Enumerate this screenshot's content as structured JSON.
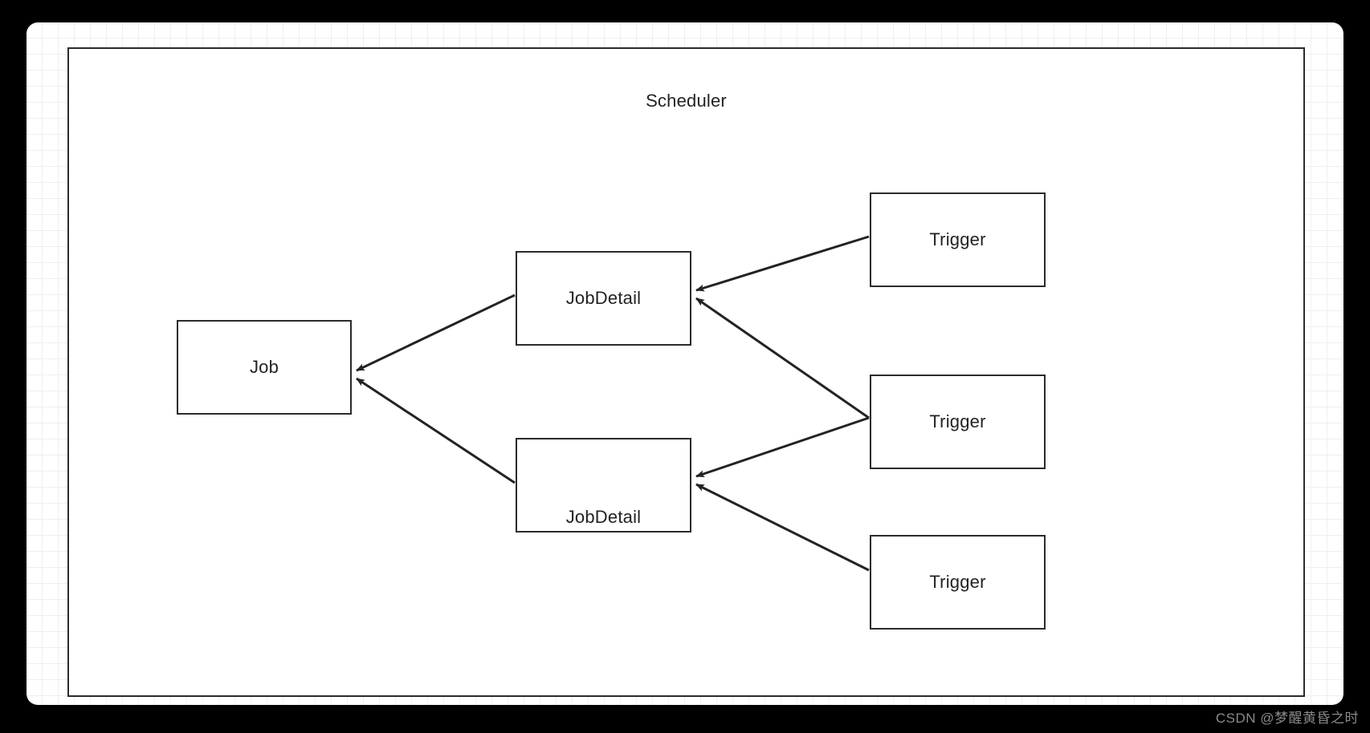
{
  "diagram": {
    "title": "Scheduler",
    "nodes": [
      {
        "id": "job",
        "label": "Job"
      },
      {
        "id": "jobdetail-1",
        "label": "JobDetail"
      },
      {
        "id": "jobdetail-2",
        "label": "JobDetail"
      },
      {
        "id": "trigger-1",
        "label": "Trigger"
      },
      {
        "id": "trigger-2",
        "label": "Trigger"
      },
      {
        "id": "trigger-3",
        "label": "Trigger"
      }
    ],
    "edges": [
      {
        "from": "jobdetail-1",
        "to": "job",
        "arrow": "to"
      },
      {
        "from": "jobdetail-2",
        "to": "job",
        "arrow": "to"
      },
      {
        "from": "trigger-1",
        "to": "jobdetail-1",
        "arrow": "to"
      },
      {
        "from": "trigger-2",
        "to": "jobdetail-1",
        "arrow": "to"
      },
      {
        "from": "trigger-2",
        "to": "jobdetail-2",
        "arrow": "to"
      },
      {
        "from": "trigger-3",
        "to": "jobdetail-2",
        "arrow": "to"
      }
    ],
    "colors": {
      "node_border": "#2b2b2b",
      "node_fill": "#ffffff",
      "edge": "#232323",
      "canvas": "#ffffff",
      "grid_line": "#efefef",
      "page_background": "#000000",
      "text": "#232323"
    }
  },
  "watermark": {
    "text": "CSDN @梦醒黄昏之时"
  }
}
